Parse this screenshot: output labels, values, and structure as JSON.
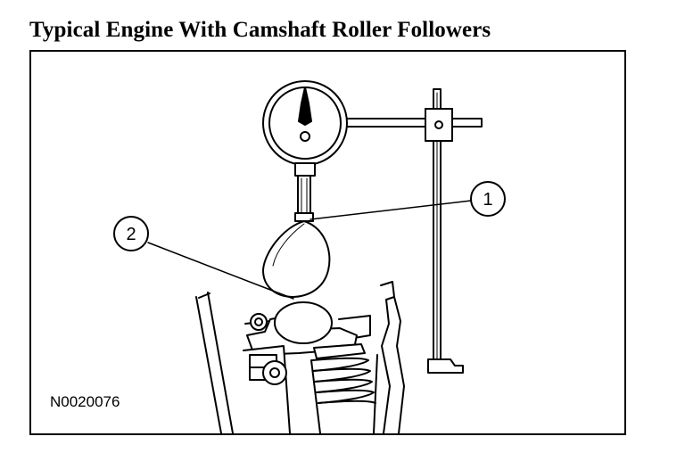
{
  "title": "Typical Engine With Camshaft Roller Followers",
  "figure_id": "N0020076",
  "callouts": [
    {
      "number": "1"
    },
    {
      "number": "2"
    }
  ],
  "colors": {
    "ink": "#000000",
    "paper": "#ffffff"
  }
}
